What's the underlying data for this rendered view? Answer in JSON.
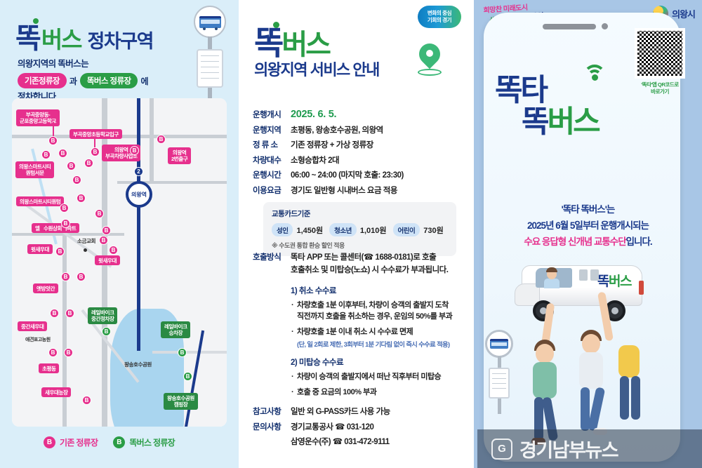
{
  "left": {
    "title_tok": "똑",
    "title_bus": "버스",
    "title_zone": "정차구역",
    "sub_line1": "의왕지역의 똑버스는",
    "chip_existing": "기존정류장",
    "chip_and": "과",
    "chip_ddok": "똑버스 정류장",
    "chip_at": "에",
    "sub_line2": "정차합니다",
    "legend": [
      {
        "mark": "B",
        "label": "기존 정류장",
        "color": "#e6308d"
      },
      {
        "mark": "B",
        "label": "똑버스 정류장",
        "color": "#2a9d46"
      }
    ],
    "map_labels": [
      {
        "text": "부곡중앙동-\n군포중앙고등학교"
      },
      {
        "text": "부곡중앙초등학교입구"
      },
      {
        "text": "의왕스마트시티\n퀀텀서문"
      },
      {
        "text": "의왕스마트시티퀀텀"
      },
      {
        "text": "엘리프의왕역아파트"
      },
      {
        "text": "의왕역\n부곡차량사업소"
      },
      {
        "text": "의왕역\n2번출구"
      },
      {
        "text": "수원상회"
      },
      {
        "text": "윗새우대"
      },
      {
        "text": "윗새우대"
      },
      {
        "text": "옛방앗간"
      },
      {
        "text": "중간새우대"
      },
      {
        "text": "초평동"
      },
      {
        "text": "새우대농장"
      }
    ],
    "map_labels_green": [
      {
        "text": "레일바이크\n중간정차장"
      },
      {
        "text": "레일바이크\n승차장"
      },
      {
        "text": "왕송호수공원\n캠핑장"
      }
    ],
    "map_labels_plain": [
      {
        "text": "소금교회"
      },
      {
        "text": "애견표고농원"
      },
      {
        "text": "왕송호수공원"
      },
      {
        "text": "의왕역"
      }
    ]
  },
  "mid": {
    "badge_line1": "변화의 중심",
    "badge_line2": "기회의 경기",
    "logo_tok": "똑",
    "logo_bus": "버스",
    "subtitle": "의왕지역 서비스 안내",
    "info_rows": [
      {
        "key": "운행개시",
        "value": "2025. 6. 5.",
        "big": true
      },
      {
        "key": "운행지역",
        "value": "초평동, 왕송호수공원, 의왕역",
        "big": false
      },
      {
        "key": "정 류 소",
        "value": "기존 정류장 + 가상 정류장",
        "big": false
      },
      {
        "key": "차량대수",
        "value": "소형승합차 2대",
        "big": false
      },
      {
        "key": "운행시간",
        "value": "06:00 ~ 24:00 (마지막 호출: 23:30)",
        "big": false
      },
      {
        "key": "이용요금",
        "value": "경기도 일반형 시내버스 요금 적용",
        "big": false
      }
    ],
    "fare": {
      "title": "교통카드기준",
      "items": [
        {
          "label": "성인",
          "amount": "1,450원"
        },
        {
          "label": "청소년",
          "amount": "1,010원"
        },
        {
          "label": "어린이",
          "amount": "730원"
        }
      ],
      "note": "※ 수도권 통합 환승 할인 적용"
    },
    "call": {
      "key": "호출방식",
      "line1": "똑타 APP 또는 콜센터(☎ 1688-0181)로 호출",
      "line2": "호출취소 및 미탑승(노쇼) 시 수수료가 부과됩니다.",
      "sec1_title": "1) 취소 수수료",
      "sec1_b1": "차량호출 1분 이후부터, 차량이 승객의 출발지 도착",
      "sec1_b1b": "직전까지 호출을 취소하는 경우, 운임의 50%를 부과",
      "sec1_b2": "차량호출 1분 이내 취소 시 수수료 면제",
      "sec1_note": "(단, 일 2회로 제한, 3회부터 1분 기다림 없이 즉시 수수료 적용)",
      "sec2_title": "2) 미탑승 수수료",
      "sec2_b1": "차량이 승객의 출발지에서 떠난 직후부터 미탑승",
      "sec2_b2": "호출 중 요금의 100% 부과"
    },
    "contact": {
      "ref_key": "참고사항",
      "ref_value": "일반 외 G-PASS카드 사용 가능",
      "inq_key": "문의사항",
      "inq_value1": "경기교통공사 ☎ 031-120",
      "inq_value2": "삼영운수(주)  ☎ 031-472-9111"
    }
  },
  "right": {
    "city_slogan_1": "희망찬 미래도시",
    "city_slogan_2": "생동하는 푸른",
    "city_name_slogan": "의왕",
    "city_logo_name": "의왕시",
    "qr_caption": "'똑타'앱 QR코드로\n바로가기",
    "headline_1": "똑타",
    "headline_2a": "똑",
    "headline_2b": "버스",
    "desc_1": "'똑타 똑버스'는",
    "desc_2": "2025년 6월 5일부터 운행개시되는",
    "desc_3a": "수요 응답형 신개념 교통수단",
    "desc_3b": "입니다.",
    "van_logo_a": "똑",
    "van_logo_b": "버스"
  },
  "watermark": {
    "logo_letter": "G",
    "text": "경기남부뉴스"
  },
  "colors": {
    "navy": "#1b3a8c",
    "green": "#2a9d46",
    "pink": "#e6308d",
    "bg_blue": "#daeef9"
  }
}
